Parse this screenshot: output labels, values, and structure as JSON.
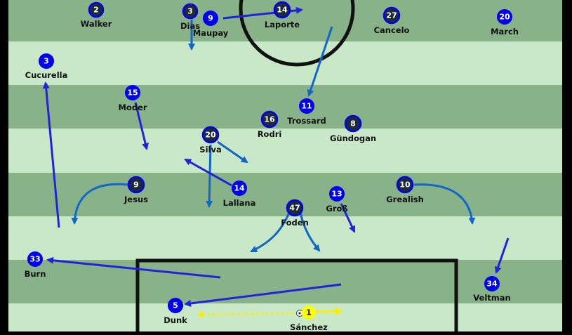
{
  "players": [
    {
      "id": "walker",
      "number": "2",
      "name": "Walker",
      "team": "dark"
    },
    {
      "id": "dias",
      "number": "3",
      "name": "Dias",
      "team": "dark"
    },
    {
      "id": "maupay",
      "number": "9",
      "name": "Maupay",
      "team": "blue"
    },
    {
      "id": "laporte",
      "number": "14",
      "name": "Laporte",
      "team": "dark"
    },
    {
      "id": "cancelo",
      "number": "27",
      "name": "Cancelo",
      "team": "dark"
    },
    {
      "id": "march",
      "number": "20",
      "name": "March",
      "team": "blue"
    },
    {
      "id": "cucurella",
      "number": "3",
      "name": "Cucurella",
      "team": "blue"
    },
    {
      "id": "moder",
      "number": "15",
      "name": "Moder",
      "team": "blue"
    },
    {
      "id": "trossard",
      "number": "11",
      "name": "Trossard",
      "team": "blue"
    },
    {
      "id": "rodri",
      "number": "16",
      "name": "Rodri",
      "team": "dark"
    },
    {
      "id": "gundogan",
      "number": "8",
      "name": "Gündogan",
      "team": "dark"
    },
    {
      "id": "silva",
      "number": "20",
      "name": "Silva",
      "team": "dark"
    },
    {
      "id": "jesus",
      "number": "9",
      "name": "Jesus",
      "team": "dark"
    },
    {
      "id": "lallana",
      "number": "14",
      "name": "Lallana",
      "team": "blue"
    },
    {
      "id": "foden",
      "number": "47",
      "name": "Foden",
      "team": "dark"
    },
    {
      "id": "gross",
      "number": "13",
      "name": "Groß",
      "team": "blue"
    },
    {
      "id": "grealish",
      "number": "10",
      "name": "Grealish",
      "team": "dark"
    },
    {
      "id": "burn",
      "number": "33",
      "name": "Burn",
      "team": "blue"
    },
    {
      "id": "veltman",
      "number": "34",
      "name": "Veltman",
      "team": "blue"
    },
    {
      "id": "dunk",
      "number": "5",
      "name": "Dunk",
      "team": "blue"
    },
    {
      "id": "sanchez",
      "number": "1",
      "name": "Sánchez",
      "team": "keeper"
    }
  ],
  "colors": {
    "stripe_dark": "#88b288",
    "stripe_light": "#c8e8c8",
    "pitch_lines": "#111111",
    "blue_team": "#0000ee",
    "dark_team": "#1c2a3a",
    "keeper": "#ffff00",
    "run_arrow": "#1166cc",
    "pass_arrow": "#2222dd",
    "ball_path": "#ffee00"
  },
  "icons": {
    "ball": "soccer-ball-icon"
  }
}
